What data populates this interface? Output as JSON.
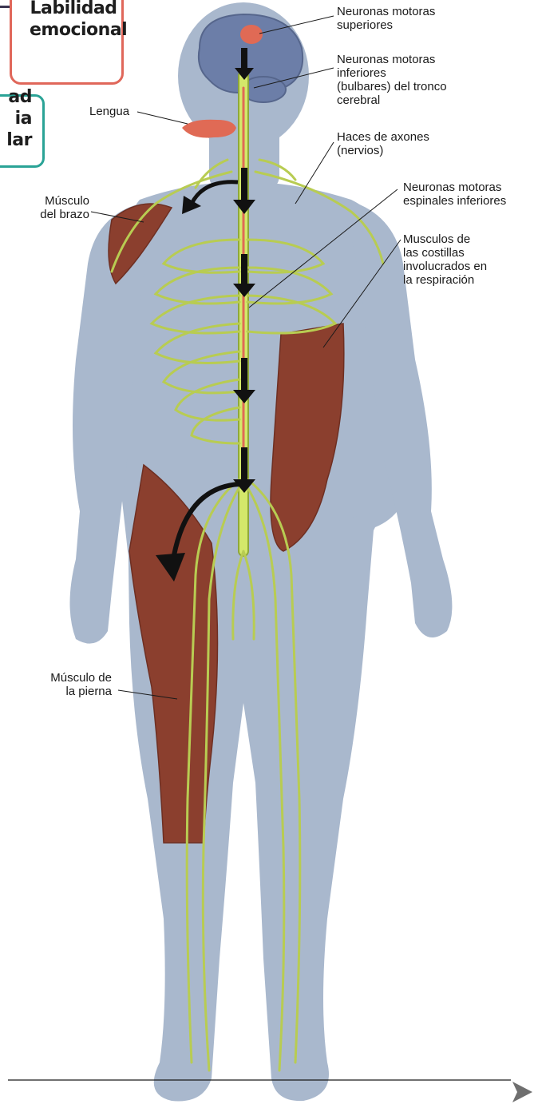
{
  "figure": {
    "labels": {
      "upper_motor_neurons": "Neuronas motoras\nsuperiores",
      "lower_motor_neurons_bulbar": "Neuronas motoras\ninferiores\n(bulbares) del tronco\ncerebral",
      "tongue": "Lengua",
      "axon_bundles": "Haces de axones\n(nervios)",
      "spinal_lower_motor_neurons": "Neuronas motoras\nespinales inferiores",
      "arm_muscle": "Músculo\ndel brazo",
      "rib_muscles": "Musculos de\nlas costillas\ninvolucrados en\nla respiración",
      "leg_muscle": "Músculo de\nla pierna"
    }
  },
  "side_cards": {
    "emotional_lability": "Labilidad\nemocional",
    "partial_card_text": "ad\nia\nlar"
  },
  "colors": {
    "body": "#a9b8cd",
    "nerves": "#d4e86a",
    "nerve_outline": "#8fa83a",
    "muscle": "#8b3f2e",
    "motor_neuron_red": "#e06a55",
    "brain": "#6c7ea8",
    "arrow": "#111111",
    "card_red": "#e0675a",
    "card_teal": "#2aa396"
  },
  "icons": {
    "next_arrow": "chevron-right-icon"
  }
}
